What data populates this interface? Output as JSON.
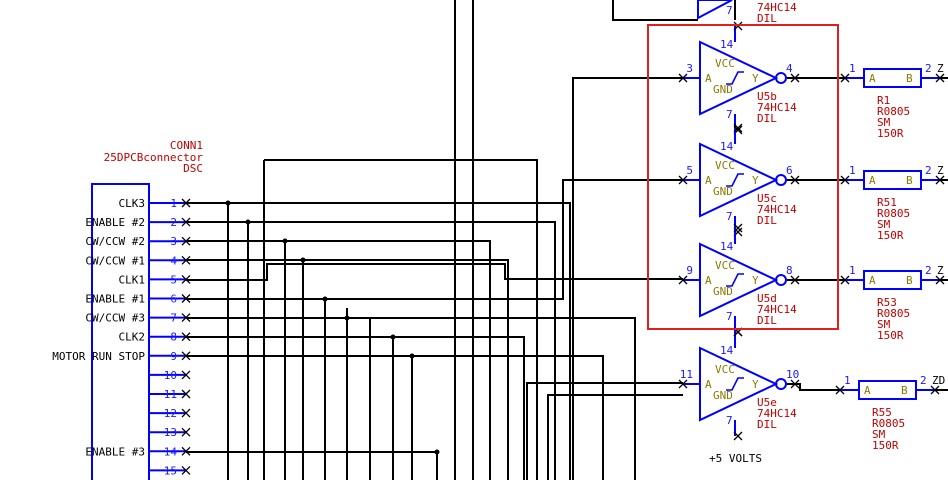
{
  "connector": {
    "refdes": "CONN1",
    "value": "25DPCBconnector",
    "package": "DSC",
    "pins": [
      {
        "num": "1",
        "label": "CLK3"
      },
      {
        "num": "2",
        "label": "ENABLE #2"
      },
      {
        "num": "3",
        "label": "CW/CCW #2"
      },
      {
        "num": "4",
        "label": "CW/CCW #1"
      },
      {
        "num": "5",
        "label": "CLK1"
      },
      {
        "num": "6",
        "label": "ENABLE #1"
      },
      {
        "num": "7",
        "label": "CW/CCW #3"
      },
      {
        "num": "8",
        "label": "CLK2"
      },
      {
        "num": "9",
        "label": "MOTOR RUN STOP"
      },
      {
        "num": "10",
        "label": ""
      },
      {
        "num": "11",
        "label": ""
      },
      {
        "num": "12",
        "label": ""
      },
      {
        "num": "13",
        "label": ""
      },
      {
        "num": "14",
        "label": "ENABLE #3"
      },
      {
        "num": "15",
        "label": ""
      }
    ]
  },
  "gate_top": {
    "pin": "7",
    "value": "74HC14",
    "package": "DIL"
  },
  "gates": [
    {
      "ref": "U5b",
      "value": "74HC14",
      "package": "DIL",
      "pin_in": "3",
      "pin_out": "4",
      "pin_vcc": "14",
      "pin_gnd": "7",
      "vcc": "VCC",
      "gnd": "GND",
      "in": "A",
      "out": "Y"
    },
    {
      "ref": "U5c",
      "value": "74HC14",
      "package": "DIL",
      "pin_in": "5",
      "pin_out": "6",
      "pin_vcc": "14",
      "pin_gnd": "7",
      "vcc": "VCC",
      "gnd": "GND",
      "in": "A",
      "out": "Y"
    },
    {
      "ref": "U5d",
      "value": "74HC14",
      "package": "DIL",
      "pin_in": "9",
      "pin_out": "8",
      "pin_vcc": "14",
      "pin_gnd": "7",
      "vcc": "VCC",
      "gnd": "GND",
      "in": "A",
      "out": "Y"
    },
    {
      "ref": "U5e",
      "value": "74HC14",
      "package": "DIL",
      "pin_in": "11",
      "pin_out": "10",
      "pin_vcc": "14",
      "pin_gnd": "7",
      "vcc": "VCC",
      "gnd": "GND",
      "in": "A",
      "out": "Y"
    }
  ],
  "resistors": [
    {
      "ref": "R1",
      "package": "R0805",
      "type": "SM",
      "value": "150R",
      "pin1": "1",
      "pin2": "2",
      "a": "A",
      "b": "B",
      "net": "Z"
    },
    {
      "ref": "R51",
      "package": "R0805",
      "type": "SM",
      "value": "150R",
      "pin1": "1",
      "pin2": "2",
      "a": "A",
      "b": "B",
      "net": "Z"
    },
    {
      "ref": "R53",
      "package": "R0805",
      "type": "SM",
      "value": "150R",
      "pin1": "1",
      "pin2": "2",
      "a": "A",
      "b": "B",
      "net": "Z"
    },
    {
      "ref": "R55",
      "package": "R0805",
      "type": "SM",
      "value": "150R",
      "pin1": "1",
      "pin2": "2",
      "a": "A",
      "b": "B",
      "net": "ZD"
    }
  ],
  "power_label": "+5 VOLTS",
  "colors": {
    "wire": "#000000",
    "symbol": "#0000ff",
    "refdes": "#c00000",
    "pin_name": "#8a7a00",
    "highlight": "#e02020"
  }
}
